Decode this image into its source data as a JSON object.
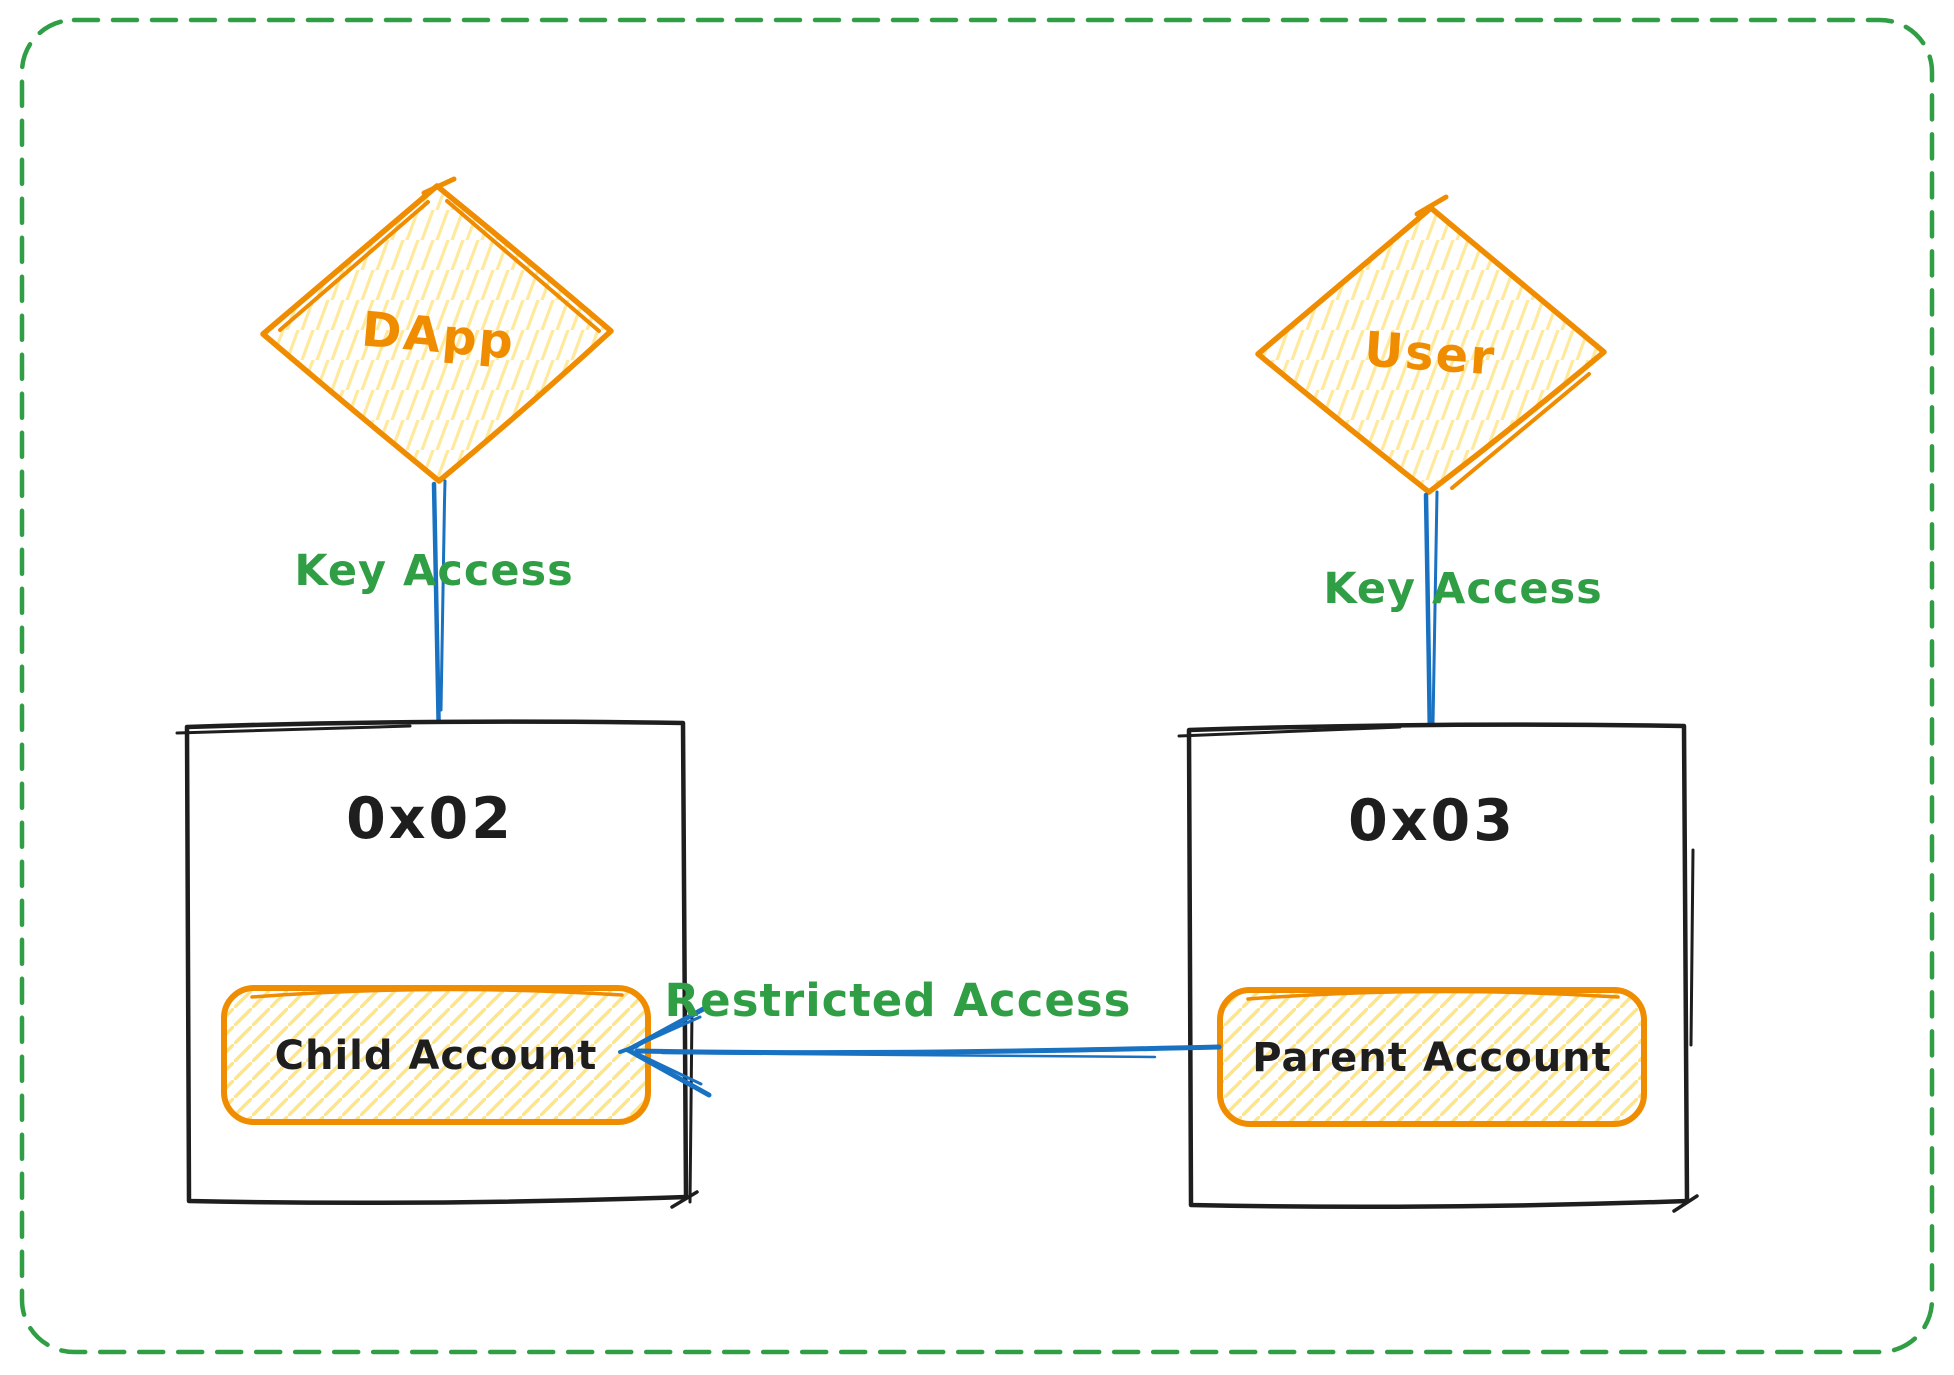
{
  "diagram": {
    "background": "#ffffff",
    "frame": {
      "style": "dashed",
      "color": "#2f9e44"
    },
    "palette": {
      "orange_stroke": "#f08c00",
      "yellow_hatch": "#ffd43b",
      "green": "#2f9e44",
      "blue": "#1971c2",
      "ink": "#1e1e1e"
    },
    "actors": [
      {
        "id": "dapp",
        "shape": "diamond",
        "label": "DApp"
      },
      {
        "id": "user",
        "shape": "diamond",
        "label": "User"
      }
    ],
    "wallets": [
      {
        "id": "0x02",
        "label": "0x02",
        "account_label": "Child Account"
      },
      {
        "id": "0x03",
        "label": "0x03",
        "account_label": "Parent Account"
      }
    ],
    "connections": [
      {
        "from": "DApp",
        "to": "0x02",
        "label": "Key Access",
        "color": "#1971c2"
      },
      {
        "from": "User",
        "to": "0x03",
        "label": "Key Access",
        "color": "#1971c2"
      },
      {
        "from": "Parent Account",
        "to": "Child Account",
        "label": "Restricted Access",
        "color": "#1971c2",
        "arrow": "left"
      }
    ]
  }
}
